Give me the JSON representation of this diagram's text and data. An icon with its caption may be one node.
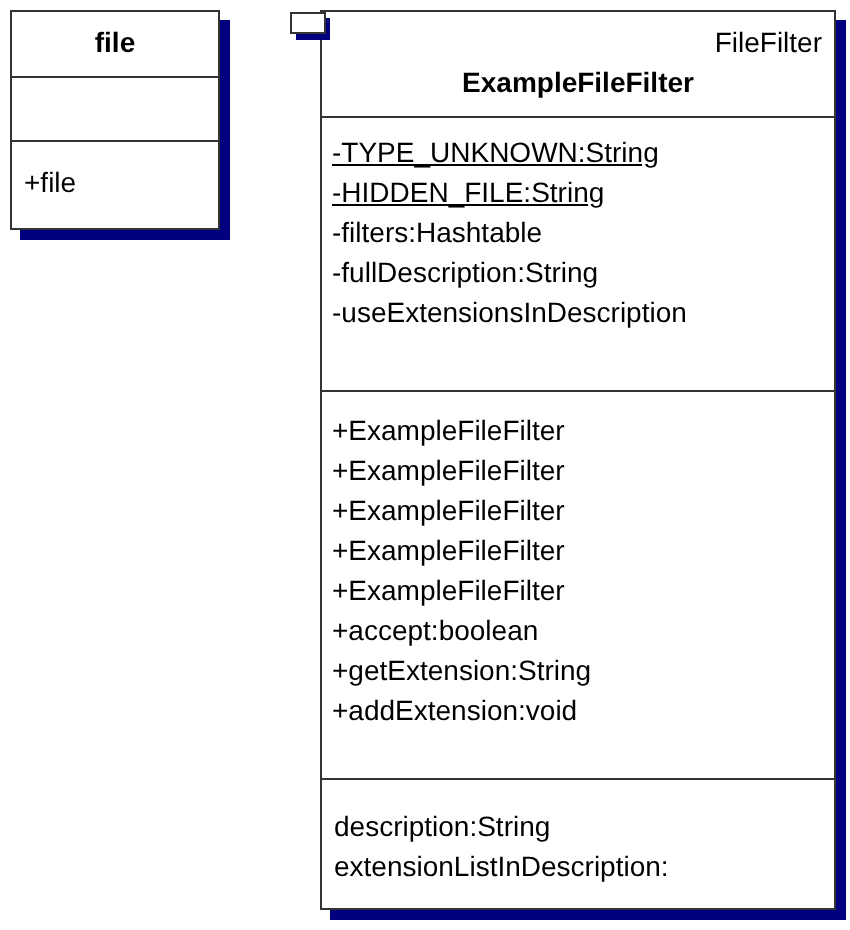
{
  "diagram": {
    "nodes": [
      {
        "text": [
          "file",
          "+file"
        ]
      },
      {
        "text": [
          "FileFilter",
          "ExampleFileFilter",
          "-TYPE_UNKNOWN:String",
          "-HIDDEN_FILE:String",
          "-filters:Hashtable",
          "-fullDescription:String",
          "-useExtensionsInDescription",
          "+ExampleFileFilter",
          "+ExampleFileFilter",
          "+ExampleFileFilter",
          "+ExampleFileFilter",
          "+ExampleFileFilter",
          "+accept:boolean",
          "+getExtension:String",
          "+addExtension:void",
          "description:String",
          "extensionListInDescription:"
        ]
      }
    ]
  }
}
